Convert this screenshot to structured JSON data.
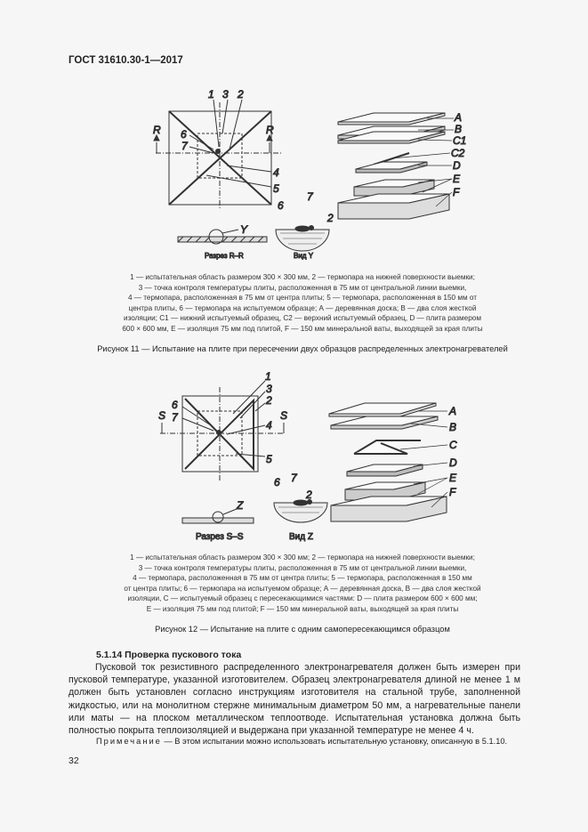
{
  "header": {
    "title": "ГОСТ 31610.30-1—2017"
  },
  "figure11": {
    "labels": {
      "n1": "1",
      "n3": "3",
      "n2": "2",
      "n6": "6",
      "n7": "7",
      "n4": "4",
      "n5": "5",
      "rl": "R",
      "rr": "R",
      "y": "Y",
      "v7": "7",
      "v6": "6",
      "v2": "2",
      "A": "A",
      "B": "B",
      "C1": "C1",
      "C2": "C2",
      "D": "D",
      "E": "E",
      "F": "F"
    },
    "section_label": "Разрез R–R",
    "view_label": "Вид Y",
    "legend": [
      "1 — испытательная область размером 300 × 300 мм, 2 — термопара на нижней поверхности выемки;",
      "3 — точка контроля температуры плиты, расположенная в 75 мм от центральной линии выемки,",
      "4 — термопара, расположенная в 75 мм от центра плиты; 5 — термопара, расположенная в 150 мм от",
      "центра плиты, 6 — термопара на испытуемом образце; А — деревянная доска; В — два слоя жесткой",
      "изоляции; С1 — нижний испытуемый образец, С2 — верхний испытуемый образец, D — плита размером",
      "600 × 600 мм, Е — изоляция 75 мм под плитой, F — 150 мм минеральной ваты, выходящей за края плиты"
    ],
    "caption": "Рисунок 11 — Испытание на плите при пересечении двух образцов распределенных электронагревателей"
  },
  "figure12": {
    "labels": {
      "n1": "1",
      "n3": "3",
      "n2": "2",
      "n6": "6",
      "n7": "7",
      "n4": "4",
      "n5": "5",
      "sl": "S",
      "sr": "S",
      "z": "Z",
      "v7": "7",
      "v6": "6",
      "v2": "2",
      "A": "A",
      "B": "B",
      "C": "C",
      "D": "D",
      "E": "E",
      "F": "F"
    },
    "section_label": "Разрез S–S",
    "view_label": "Вид Z",
    "legend": [
      "1 — испытательная область размером 300 × 300 мм; 2 — термопара на нижней поверхности выемки;",
      "3 — точка контроля температуры плиты, расположенная в 75 мм от центральной линии выемки,",
      "4 — термопара, расположенная в 75 мм от центра плиты; 5 — термопара, расположенная в 150 мм",
      "от центра плиты; 6 — термопара на испытуемом образце; А — деревянная доска, В — два слоя жесткой",
      "изоляции, С — испытуемый образец с пересекающимися частями: D — плита размером 600 × 600 мм;",
      "Е — изоляция 75 мм под плитой; F — 150 мм минеральной ваты, выходящей за края плиты"
    ],
    "caption": "Рисунок 12 — Испытание на плите с одним самопересекающимся образцом"
  },
  "section": {
    "title": "5.1.14 Проверка пускового тока",
    "paragraph": "Пусковой ток резистивного распределенного электронагревателя должен быть измерен при пусковой температуре, указанной изготовителем. Образец электронагревателя длиной не менее 1 м должен быть установлен согласно инструкциям изготовителя на стальной трубе, заполненной жидкостью, или на монолитном стержне минимальным диаметром 50 мм, а нагревательные панели или маты — на плоском металлическом теплоотводе. Испытательная установка должна быть полностью покрыта теплоизоляцией и выдержана при указанной температуре не менее 4 ч.",
    "note_label": "Примечание",
    "note_text": " — В этом испытании можно использовать испытательную установку, описанную в 5.1.10."
  },
  "page_number": "32"
}
